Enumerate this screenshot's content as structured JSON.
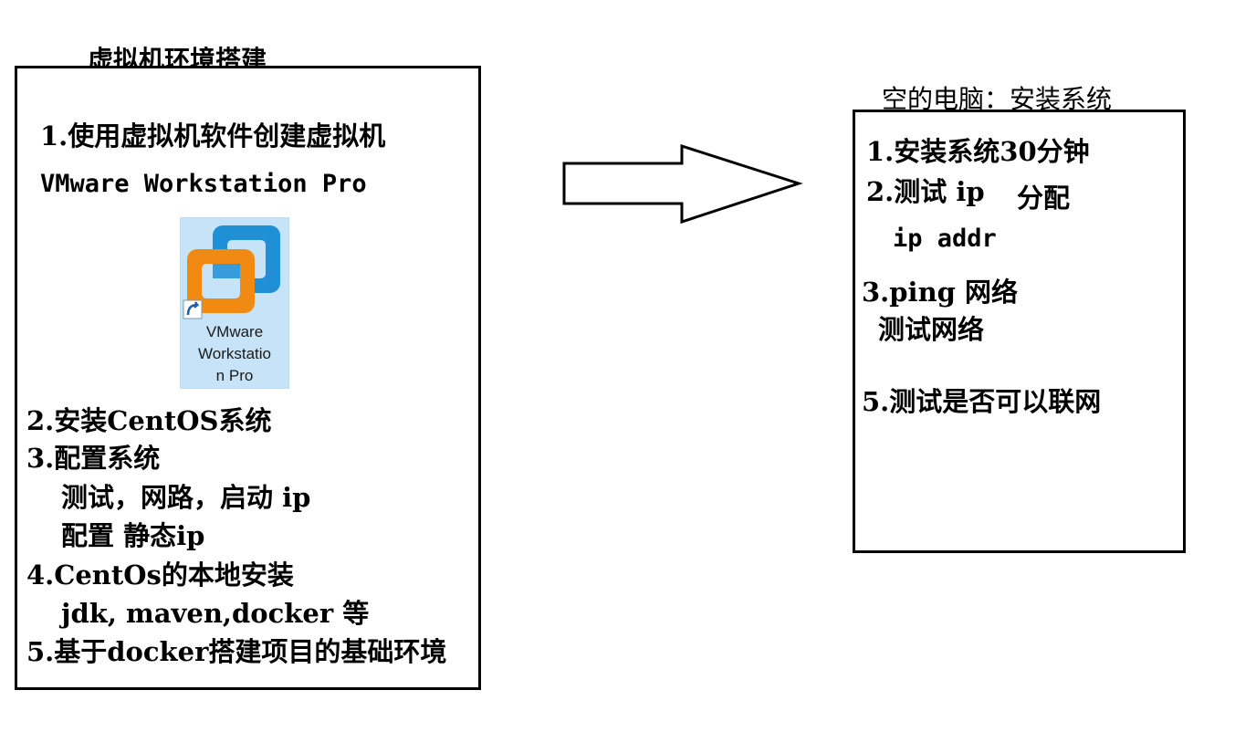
{
  "left_panel": {
    "title": "虚拟机环境搭建",
    "step1": "1.使用虚拟机软件创建虚拟机",
    "software": "VMware Workstation Pro",
    "icon": {
      "name": "vmware-workstation-icon",
      "label_lines": [
        "VMware",
        "Workstatio",
        "n Pro"
      ],
      "colors": {
        "tile": "#c7e3f7",
        "blue": "#1f8fd6",
        "orange": "#f08a12"
      }
    },
    "step2": "2.安装CentOS系统",
    "step3": "3.配置系统",
    "step3_sub1": "测试，网路，启动 ip",
    "step3_sub2": "配置 静态ip",
    "step4": "4.CentOs的本地安装",
    "step4_sub": "jdk, maven,docker 等",
    "step5": "5.基于docker搭建项目的基础环境"
  },
  "arrow": {
    "name": "right-arrow",
    "direction": "right"
  },
  "right_panel": {
    "title": "空的电脑：安装系统",
    "step1": "1.安装系统30分钟",
    "step2_a": "2.测试 ip",
    "step2_b": "分配",
    "step2_cmd": "ip addr",
    "step3": "3.ping 网络",
    "step3_sub": "测试网络",
    "step5": "5.测试是否可以联网"
  }
}
